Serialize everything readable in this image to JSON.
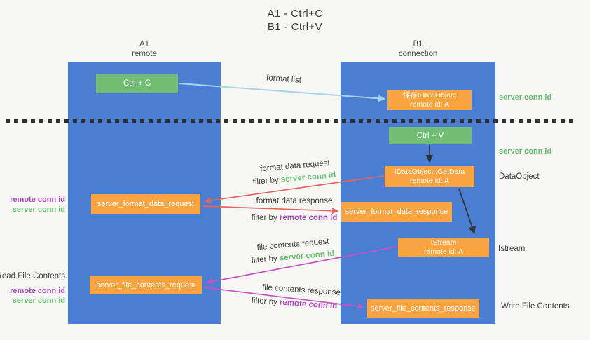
{
  "title": {
    "line1": "A1 - Ctrl+C",
    "line2": "B1 - Ctrl+V"
  },
  "columns": {
    "left": {
      "name": "A1",
      "sub": "remote"
    },
    "right": {
      "name": "B1",
      "sub": "connection"
    }
  },
  "nodes": {
    "ctrl_c": {
      "label": "Ctrl + C"
    },
    "save_idataobject": {
      "line1": "保存IDataObject",
      "line2": "remote id: A"
    },
    "ctrl_v": {
      "label": "Ctrl + V"
    },
    "getdata": {
      "line1": "IDataObject::GetData",
      "line2": "remote id: A"
    },
    "format_request": {
      "label": "server_format_data_request"
    },
    "format_response": {
      "label": "server_format_data_response"
    },
    "istream": {
      "line1": "IStream",
      "line2": "remote id: A"
    },
    "file_request": {
      "label": "server_file_contents_request"
    },
    "file_response": {
      "label": "server_file_contents_response"
    }
  },
  "arrow_labels": {
    "format_list": "format list",
    "format_data_request": "format data request",
    "format_data_response": "format data response",
    "file_contents_request": "file contents request",
    "file_contents_response": "file contents response",
    "filter_by": "filter by",
    "server_conn_id": "server conn id",
    "remote_conn_id": "remote conn id"
  },
  "side_labels": {
    "right_top_server_conn_id": "server conn id",
    "right_mid_server_conn_id": "server conn id",
    "dataobject": "DataObject",
    "istream": "Istream",
    "write_file_contents": "Write File Contents",
    "left_format_remote_conn_id": "remote conn id",
    "left_format_server_conn_id": "server conn id",
    "read_file_contents": "Read File Contents",
    "left_file_remote_conn_id": "remote conn id",
    "left_file_server_conn_id": "server conn id"
  },
  "colors": {
    "background": "#f7f7f5",
    "column_blue": "#4a7ed3",
    "box_green": "#6fbe74",
    "box_orange": "#f9a440",
    "text_green": "#67bf6b",
    "text_purple": "#ab47bc",
    "arrow_red": "#e8635e",
    "arrow_magenta": "#c653c3",
    "arrow_blue": "#a9d2ec"
  }
}
